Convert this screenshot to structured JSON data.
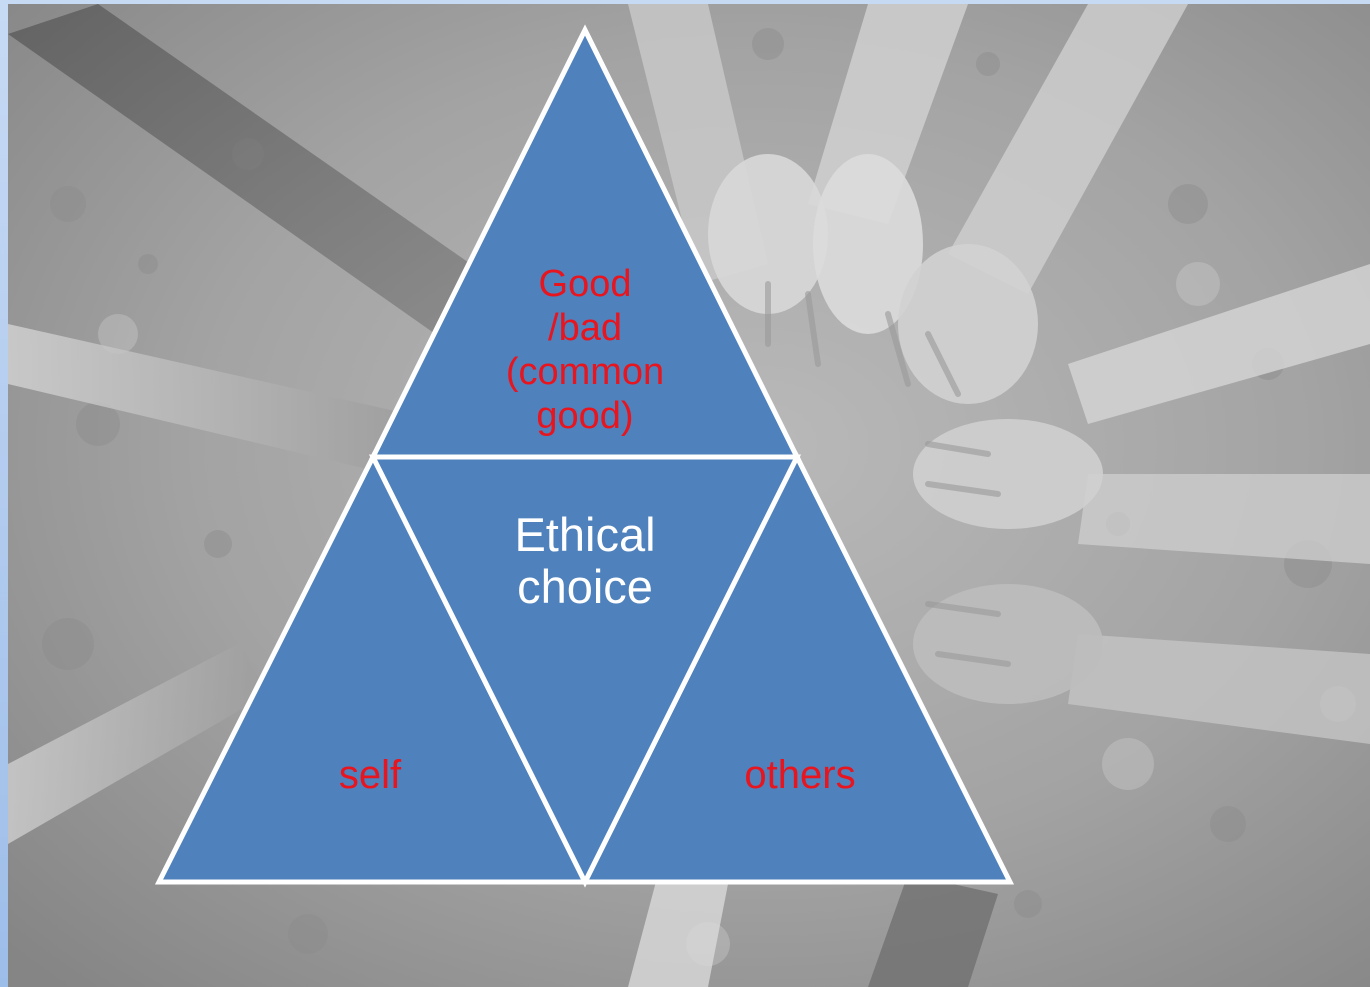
{
  "diagram": {
    "type": "triangle",
    "colors": {
      "triangle_fill": "#4f81bd",
      "triangle_stroke": "#ffffff",
      "label_red": "#e8141e",
      "label_white": "#ffffff",
      "slide_border": "#9dbde9"
    },
    "top": {
      "lines": [
        "Good",
        "/bad",
        "(common",
        "good)"
      ]
    },
    "center": {
      "lines": [
        "Ethical",
        "choice"
      ]
    },
    "left": {
      "label": "self"
    },
    "right": {
      "label": "others"
    }
  }
}
